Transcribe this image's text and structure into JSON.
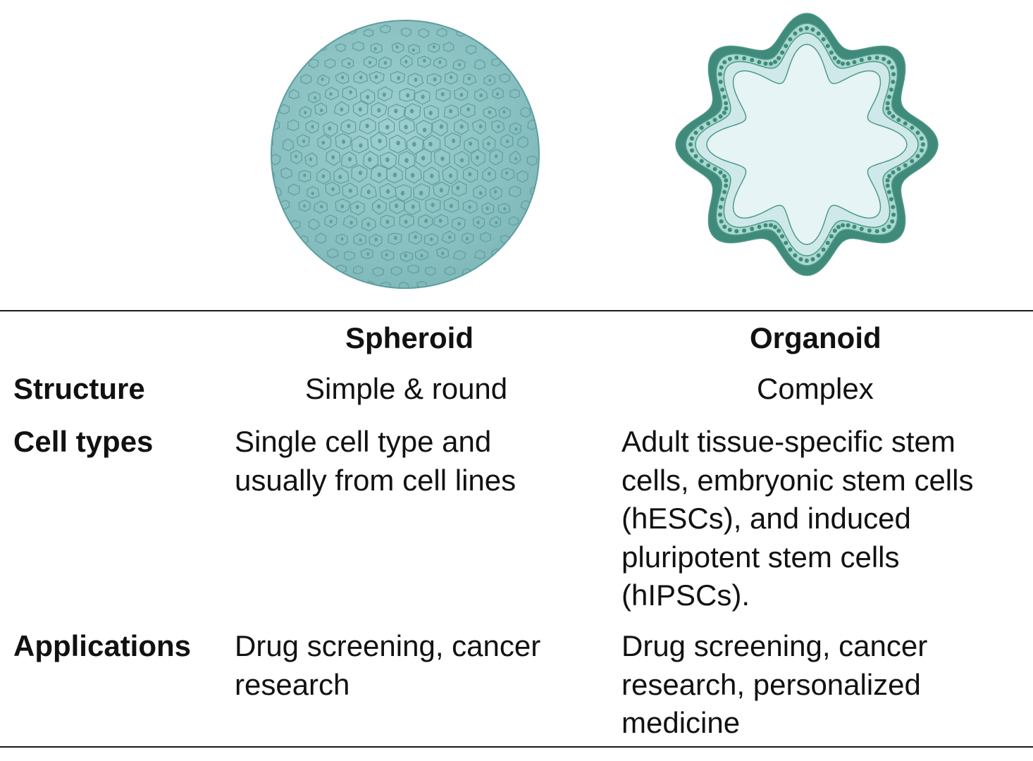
{
  "colors": {
    "spheroid_fill": "#8cc2c2",
    "spheroid_cell_line": "#5e9e9e",
    "organoid_outer": "#3f8a7a",
    "organoid_lumen": "#e6f4f5",
    "rule": "#1a1a1a"
  },
  "illustrations": {
    "spheroid_icon": "spheroid-cell-cluster-icon",
    "organoid_icon": "organoid-epithelial-crypt-icon"
  },
  "table": {
    "columns": [
      "Spheroid",
      "Organoid"
    ],
    "rows": [
      {
        "label": "Structure",
        "spheroid": [
          "Simple & round"
        ],
        "organoid": [
          "Complex"
        ]
      },
      {
        "label": "Cell types",
        "spheroid": [
          "Single cell type and",
          "usually from cell lines"
        ],
        "organoid": [
          "Adult tissue-specific stem",
          "cells, embryonic stem cells",
          "(hESCs), and induced",
          "pluripotent stem cells",
          "(hIPSCs)."
        ]
      },
      {
        "label": "Applications",
        "spheroid": [
          "Drug screening, cancer",
          "research"
        ],
        "organoid": [
          "Drug screening, cancer",
          "research, personalized",
          "medicine"
        ]
      }
    ]
  }
}
